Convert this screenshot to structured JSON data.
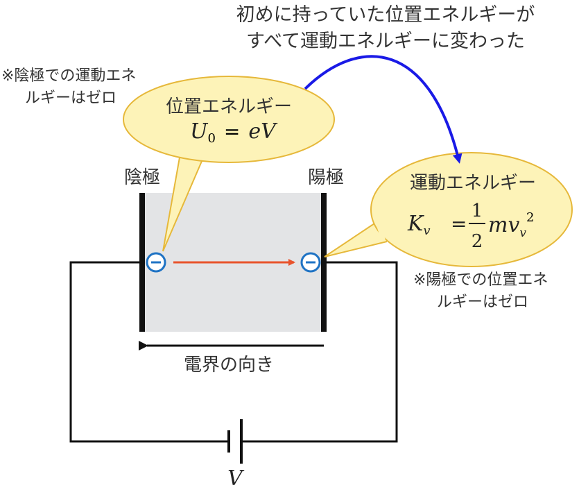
{
  "top_caption": {
    "line1": "初めに持っていた位置エネルギーが",
    "line2": "すべて運動エネルギーに変わった"
  },
  "cathode_note": {
    "line1": "※陰極での運動エネ",
    "line2": "ルギーはゼロ"
  },
  "anode_note": {
    "line1": "※陽極での位置エネ",
    "line2": "ルギーはゼロ"
  },
  "potential_bubble": {
    "title": "位置エネルギー",
    "formula": "U0 = eV",
    "formula_parts": {
      "symbol": "U",
      "subscript": "0",
      "equals": "=",
      "rhs": "eV"
    }
  },
  "kinetic_bubble": {
    "title": "運動エネルギー",
    "formula": "Kv = 1/2 mv_v^2",
    "formula_parts": {
      "symbol": "K",
      "subscript": "v",
      "equals": "=",
      "numerator": "1",
      "denominator": "2",
      "mass": "mv",
      "vsub": "v",
      "exponent": "2"
    }
  },
  "cathode_label": "陰極",
  "anode_label": "陽極",
  "field_label": "電界の向き",
  "battery_label": "V",
  "electron_symbol": "electron-minus-icon",
  "colors": {
    "bubble_fill": "#fdf3b8",
    "bubble_stroke": "#e6b83a",
    "gap_fill": "#e3e4e6",
    "electron_stroke": "#1f73c4",
    "motion_arrow": "#e8532c",
    "transfer_arrow": "#1a1ae6",
    "plate": "#111111"
  }
}
